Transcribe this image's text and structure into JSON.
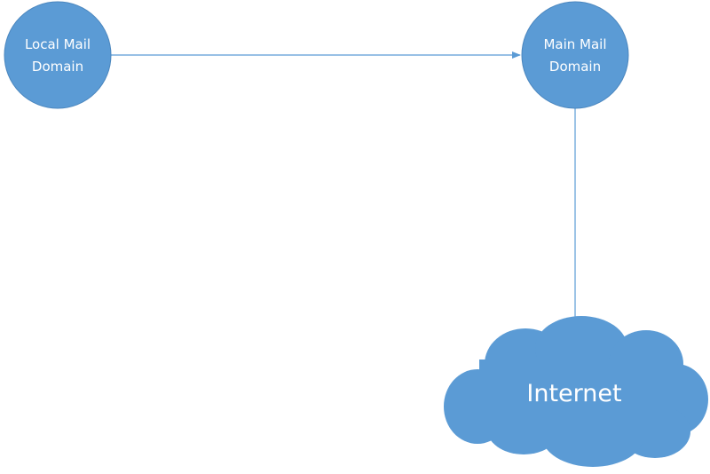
{
  "nodes": {
    "local": {
      "line1": "Local Mail",
      "line2": "Domain"
    },
    "main": {
      "line1": "Main Mail",
      "line2": "Domain"
    }
  },
  "cloud": {
    "label": "Internet"
  },
  "colors": {
    "node_fill": "#5B9BD5",
    "node_stroke": "#4A86BE",
    "connector": "#5B9BD5",
    "background": "#FFFFFF"
  }
}
